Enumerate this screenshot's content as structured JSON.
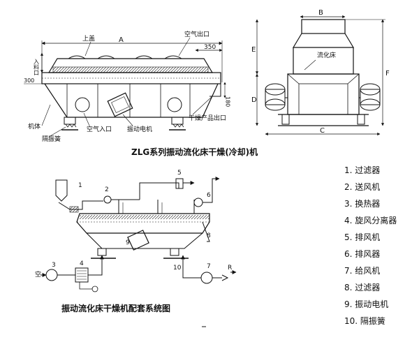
{
  "top_left_view": {
    "labels": {
      "lid": "上盖",
      "air_outlet": "空气出口",
      "dim_350": "350",
      "dim_a": "A",
      "feed_inlet": "入料口",
      "dim_300": "300",
      "dim_180": "180",
      "body": "机体",
      "damping_spring": "隔振簧",
      "air_inlet": "空气入口",
      "vibration_motor": "振动电机",
      "product_outlet": "干燥产品出口"
    }
  },
  "top_right_view": {
    "labels": {
      "fluid_bed": "流化床",
      "dim_b": "B",
      "dim_c": "C",
      "dim_d": "D",
      "dim_e": "E",
      "dim_f": "F"
    }
  },
  "top_caption": "ZLG系列振动流化床干燥(冷却)机",
  "bottom_view": {
    "numbers": [
      "1",
      "2",
      "3",
      "4",
      "5",
      "6",
      "7",
      "8",
      "9",
      "10"
    ],
    "arrow_labels": {
      "left": "空",
      "right": "R"
    },
    "caption": "振动流化床干燥机配套系统图"
  },
  "legend": [
    "1. 过滤器",
    "2. 送风机",
    "3. 换热器",
    "4. 旋风分离器",
    "5. 排风机",
    "6. 排风器",
    "7. 给风机",
    "8. 过滤器",
    "9. 振动电机",
    "10. 隔振簧"
  ],
  "colors": {
    "line": "#111111",
    "background": "#ffffff"
  }
}
